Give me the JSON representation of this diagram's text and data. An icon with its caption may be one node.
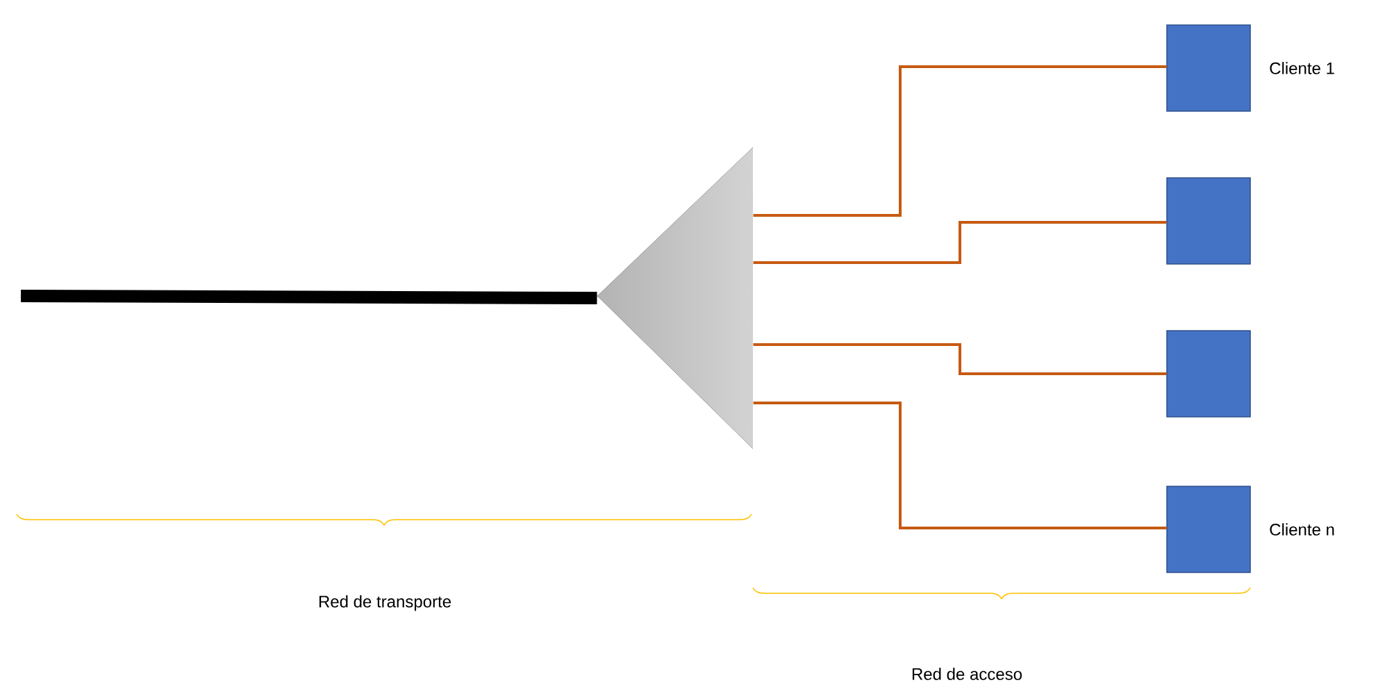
{
  "diagram": {
    "nodes": [
      {
        "text": [],
        "shape": "triangle"
      },
      {
        "text": [],
        "shape": "box",
        "beside": [
          "Cliente 1"
        ]
      },
      {
        "text": [],
        "shape": "box"
      },
      {
        "text": [],
        "shape": "box"
      },
      {
        "text": [],
        "shape": "box",
        "beside": [
          "Cliente n"
        ]
      }
    ],
    "edges": [
      {
        "from": null,
        "to": 0,
        "arrow": "none",
        "style": "thick",
        "color": "#000000"
      },
      {
        "from": 0,
        "to": 1,
        "arrow": "none"
      },
      {
        "from": 0,
        "to": 2,
        "arrow": "none"
      },
      {
        "from": 0,
        "to": 3,
        "arrow": "none"
      },
      {
        "from": 0,
        "to": 4,
        "arrow": "none"
      }
    ],
    "labels": [
      "Red de transporte",
      "Red de acceso"
    ]
  }
}
